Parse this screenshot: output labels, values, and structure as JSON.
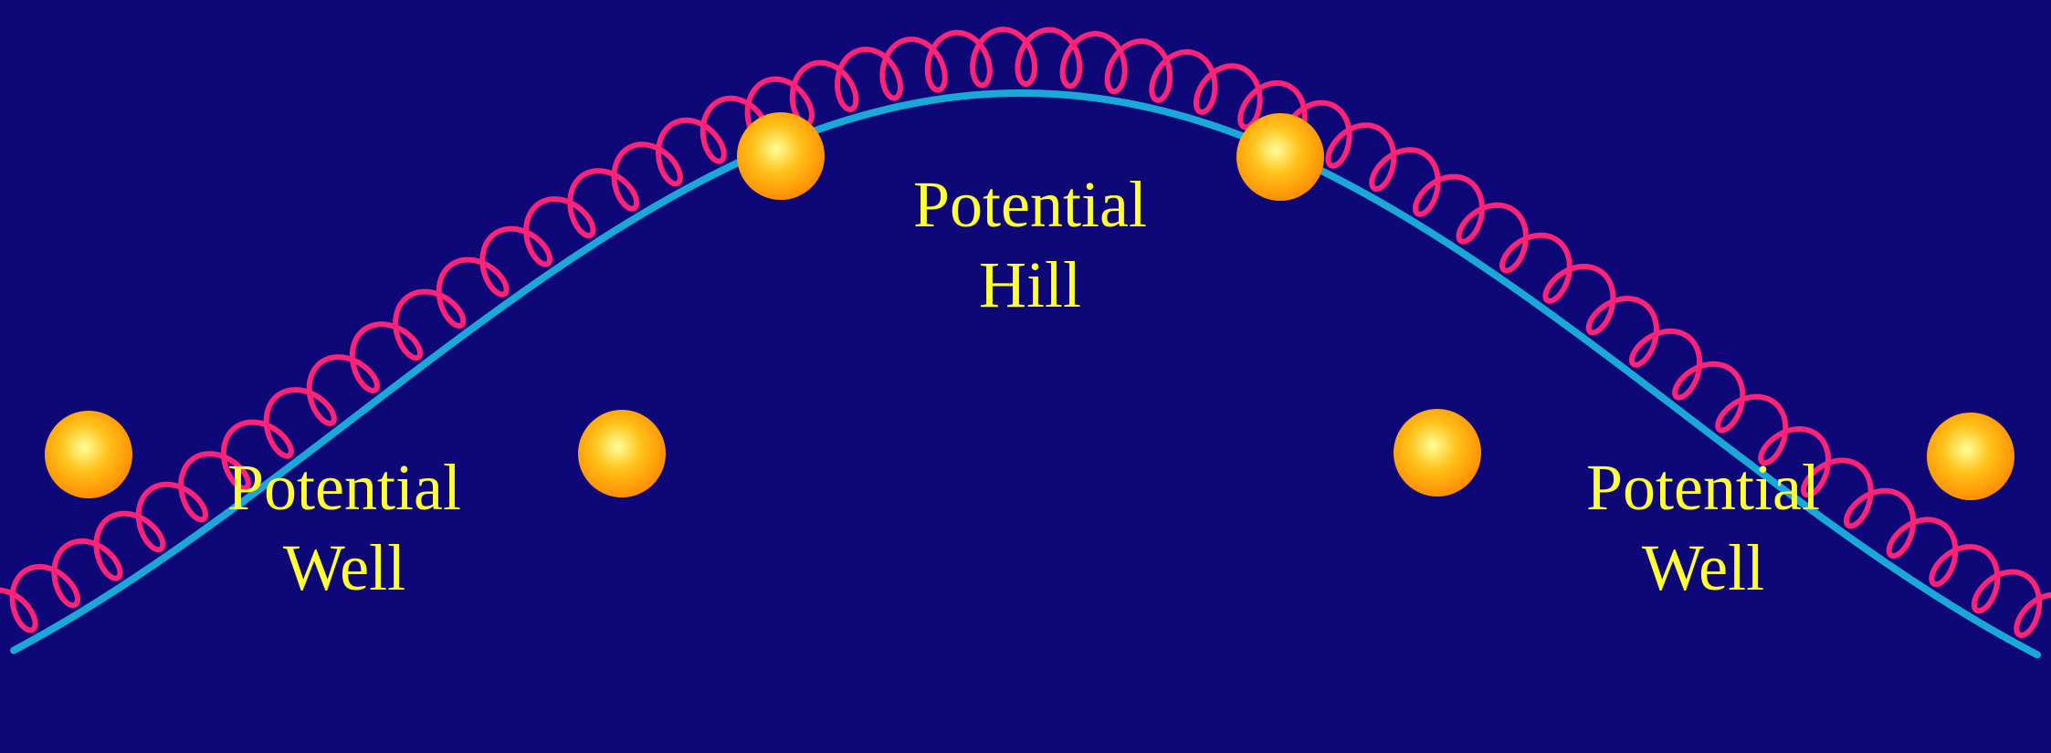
{
  "colors": {
    "background": "#0d0778",
    "curve": "#1aa8d8",
    "spring": "#ff2277",
    "ball_light": "#ffff99",
    "ball_mid": "#ffc21a",
    "ball_dark": "#ff8a00",
    "label_text": "#ffff33"
  },
  "labels": {
    "left_well": {
      "line1": "Potential",
      "line2": "Well"
    },
    "hill": {
      "line1": "Potential",
      "line2": "Hill"
    },
    "right_well": {
      "line1": "Potential",
      "line2": "Well"
    }
  },
  "balls": [
    {
      "name": "ball-left-edge"
    },
    {
      "name": "ball-left-slope"
    },
    {
      "name": "ball-hill-left"
    },
    {
      "name": "ball-hill-right"
    },
    {
      "name": "ball-right-slope"
    },
    {
      "name": "ball-right-edge"
    }
  ]
}
